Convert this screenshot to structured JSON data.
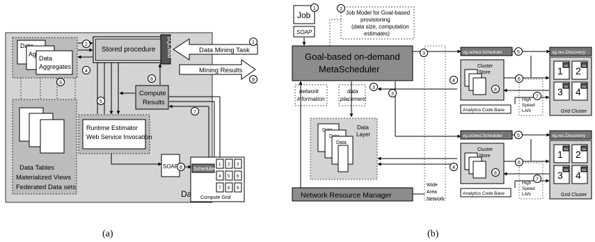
{
  "panel_a": {
    "caption": "(a)",
    "data_layer_label": "Data Layer",
    "agg_labels": [
      "Data",
      "Aggr",
      "Data",
      "Aggregates"
    ],
    "stored_procedure": "Stored procedure",
    "sqlmm": "SQL/MM",
    "data_mining_task": "Data Mining Task",
    "mining_results": "Mining Results",
    "compute_results": [
      "Compute",
      "Results"
    ],
    "runtime_estimator": [
      "Runtime Estimator",
      "Web  Service Invocation"
    ],
    "soap": "SOAP",
    "scheduler": "Scheduler",
    "compute_grid": "Compute Grid",
    "grid_numbers": [
      "1",
      "2",
      "3",
      "4",
      "5",
      "6",
      "7",
      "8",
      "9"
    ],
    "data_tables": [
      "Data Tables",
      "Materialized Views",
      "Federated Data sets"
    ],
    "step_numbers": [
      "1",
      "2",
      "3",
      "4",
      "5",
      "6",
      "7",
      "8",
      "9"
    ]
  },
  "panel_b": {
    "caption": "(b)",
    "job": "Job",
    "soap": "SOAP",
    "job_model": [
      "Job Model for Goal-based",
      "provisioning",
      "(data size, computation",
      "estimates)"
    ],
    "meta_scheduler": [
      "Goal-based on-demand",
      "MetaScheduler"
    ],
    "network_information": [
      "network",
      "information"
    ],
    "data_placement": [
      "data",
      "placement"
    ],
    "data_layer": [
      "Data",
      "Layer"
    ],
    "data_stack": [
      "Data",
      "Data",
      "Data"
    ],
    "network_resource_manager": "Network Resource Manager",
    "wide_area_network": [
      "Wide",
      "Area",
      "Network"
    ],
    "sched_scheduler": "xg.sched.Scheduler",
    "res_discovery": "xg.res.Discovery",
    "cluster_store": [
      "Cluster",
      "Store"
    ],
    "analytics_code_base": "Analytics Code Base",
    "high_speed_lan": [
      "High",
      "Speed",
      "LAN"
    ],
    "grid_cluster": "Grid Cluster",
    "node_numbers": [
      "1",
      "2",
      "3",
      "4"
    ],
    "sm": "SM",
    "step_numbers": [
      "1",
      "2",
      "3",
      "4",
      "5",
      "6",
      "7",
      "8"
    ]
  }
}
